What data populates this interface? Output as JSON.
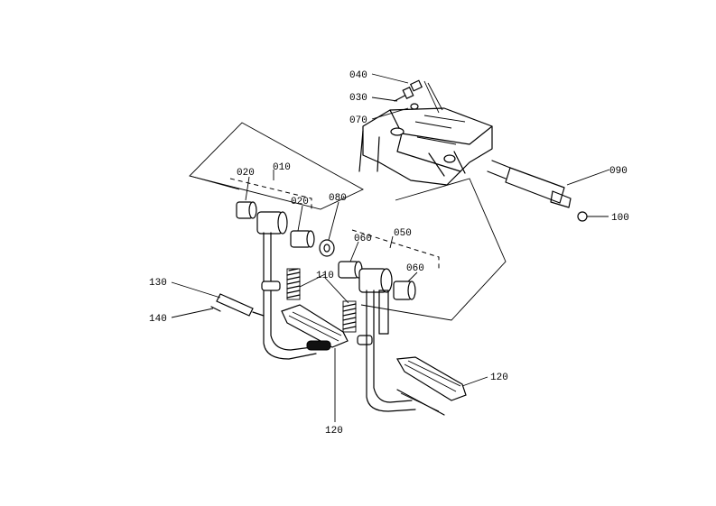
{
  "callouts": {
    "c010": "010",
    "c020a": "020",
    "c020b": "020",
    "c030": "030",
    "c040": "040",
    "c050": "050",
    "c060a": "060",
    "c060b": "060",
    "c070": "070",
    "c080": "080",
    "c090": "090",
    "c100": "100",
    "c110": "110",
    "c120a": "120",
    "c120b": "120",
    "c130": "130",
    "c140": "140"
  }
}
